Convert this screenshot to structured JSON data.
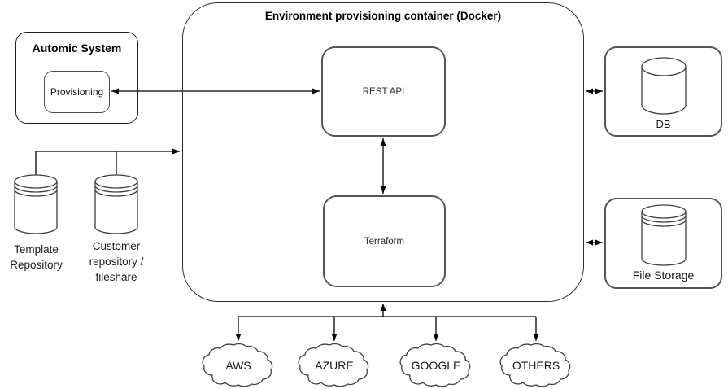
{
  "title": "Environment provisioning container (Docker)",
  "nodes": {
    "automic_system": "Automic System",
    "provisioning": "Provisioning",
    "rest_api": "REST API",
    "terraform": "Terraform",
    "db": "DB",
    "file_storage": "File Storage",
    "template_repository": "Template Repository",
    "customer_repository": "Customer repository / fileshare"
  },
  "clouds": [
    {
      "label": "AWS"
    },
    {
      "label": "AZURE"
    },
    {
      "label": "GOOGLE"
    },
    {
      "label": "OTHERS"
    }
  ],
  "icons": {
    "database": "cylinder",
    "stacked_storage": "cylinder-with-rings",
    "cloud": "cloud-outline",
    "arrow": "triangle-arrowhead"
  },
  "colors": {
    "background": "#ffffff",
    "container_border": "#2e2e2e",
    "node_border": "#565656",
    "line": "#000000",
    "text": "#1a1a1a"
  }
}
